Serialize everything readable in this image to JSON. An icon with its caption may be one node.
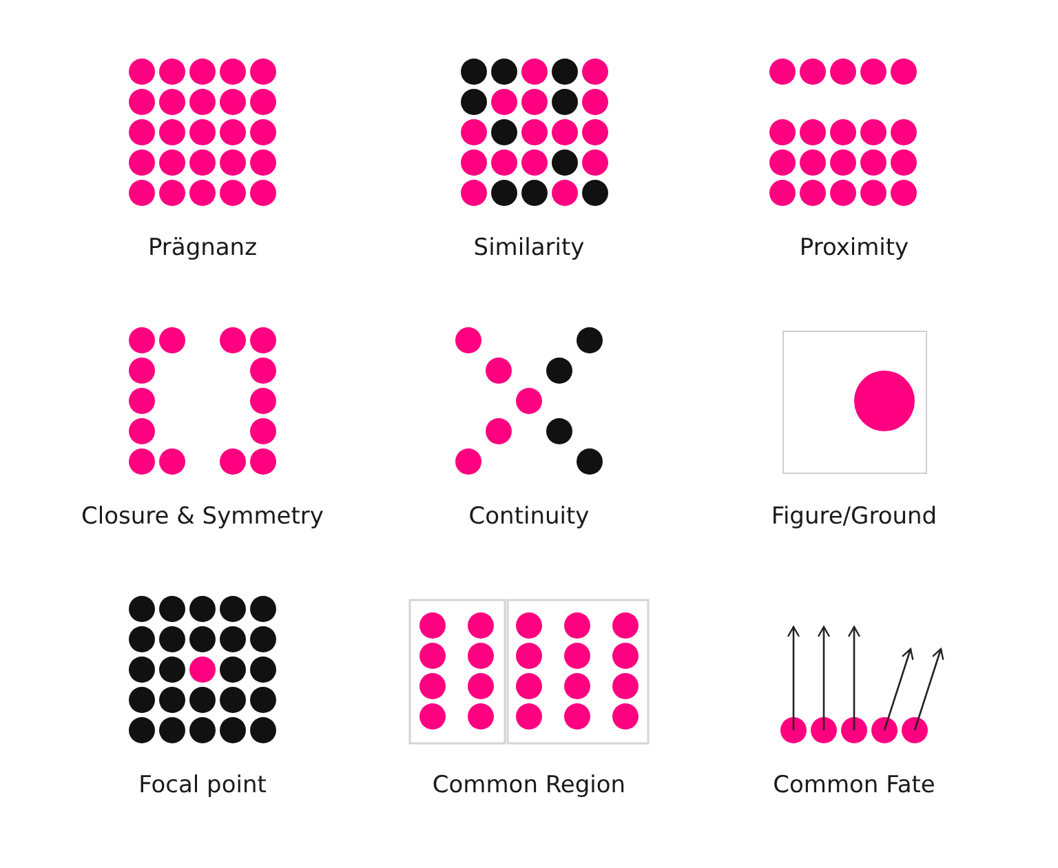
{
  "diagram": {
    "labels": [
      "Prägnanz",
      "Similarity",
      "Proximity",
      "Closure & Symmetry",
      "Continuity",
      "Figure/Ground",
      "Focal point",
      "Common Region",
      "Common Fate"
    ]
  }
}
